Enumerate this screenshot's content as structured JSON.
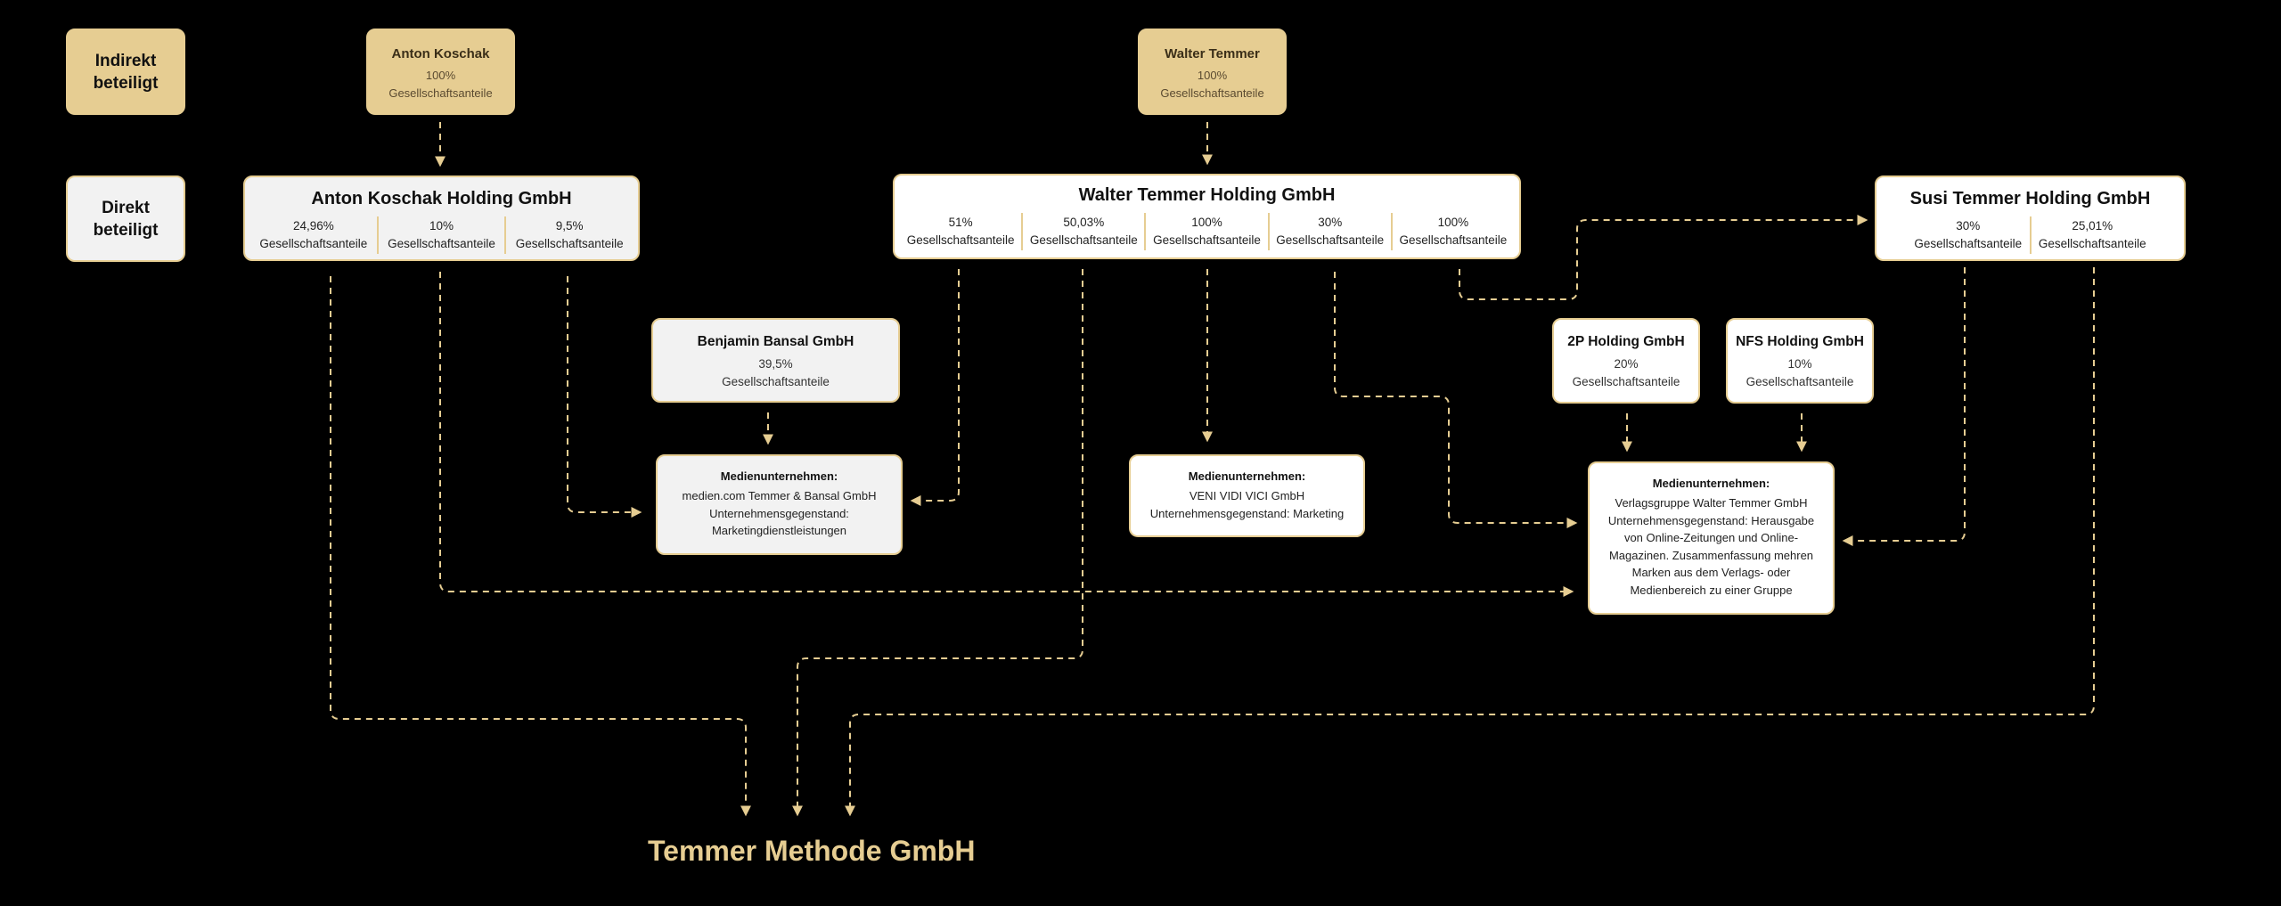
{
  "legend": {
    "indirect": "Indirekt beteiligt",
    "direct": "Direkt beteiligt"
  },
  "share_label": "Gesellschaftsanteile",
  "persons": {
    "anton": {
      "name": "Anton Koschak",
      "share": "100%"
    },
    "walter": {
      "name": "Walter Temmer",
      "share": "100%"
    }
  },
  "holdings": {
    "anton": {
      "name": "Anton Koschak Holding GmbH",
      "shares": [
        "24,96%",
        "10%",
        "9,5%"
      ]
    },
    "walter": {
      "name": "Walter Temmer Holding GmbH",
      "shares": [
        "51%",
        "50,03%",
        "100%",
        "30%",
        "100%"
      ]
    },
    "susi": {
      "name": "Susi Temmer Holding GmbH",
      "shares": [
        "30%",
        "25,01%"
      ]
    }
  },
  "partners": {
    "benjamin": {
      "name": "Benjamin Bansal GmbH",
      "share": "39,5%"
    },
    "twop": {
      "name": "2P Holding GmbH",
      "share": "20%"
    },
    "nfs": {
      "name": "NFS Holding GmbH",
      "share": "10%"
    }
  },
  "media": {
    "heading": "Medienunternehmen:",
    "medien_com": {
      "lines": [
        "medien.com Temmer & Bansal GmbH",
        "Unternehmensgegenstand:",
        "Marketingdienstleistungen"
      ]
    },
    "veni": {
      "lines": [
        "VENI VIDI VICI GmbH",
        "Unternehmensgegenstand: Marketing"
      ]
    },
    "verlag": {
      "lines": [
        "Verlagsgruppe Walter Temmer GmbH",
        "Unternehmensgegenstand: Herausgabe",
        "von Online-Zeitungen und Online-",
        "Magazinen. Zusammenfassung mehren",
        "Marken aus dem Verlags- oder",
        "Medienbereich zu einer Gruppe"
      ]
    }
  },
  "target": {
    "name": "Temmer Methode GmbH"
  },
  "colors": {
    "accent": "#E6CD92",
    "background": "#000000",
    "box_light": "#F2F2F2",
    "box_white": "#FFFFFF"
  }
}
